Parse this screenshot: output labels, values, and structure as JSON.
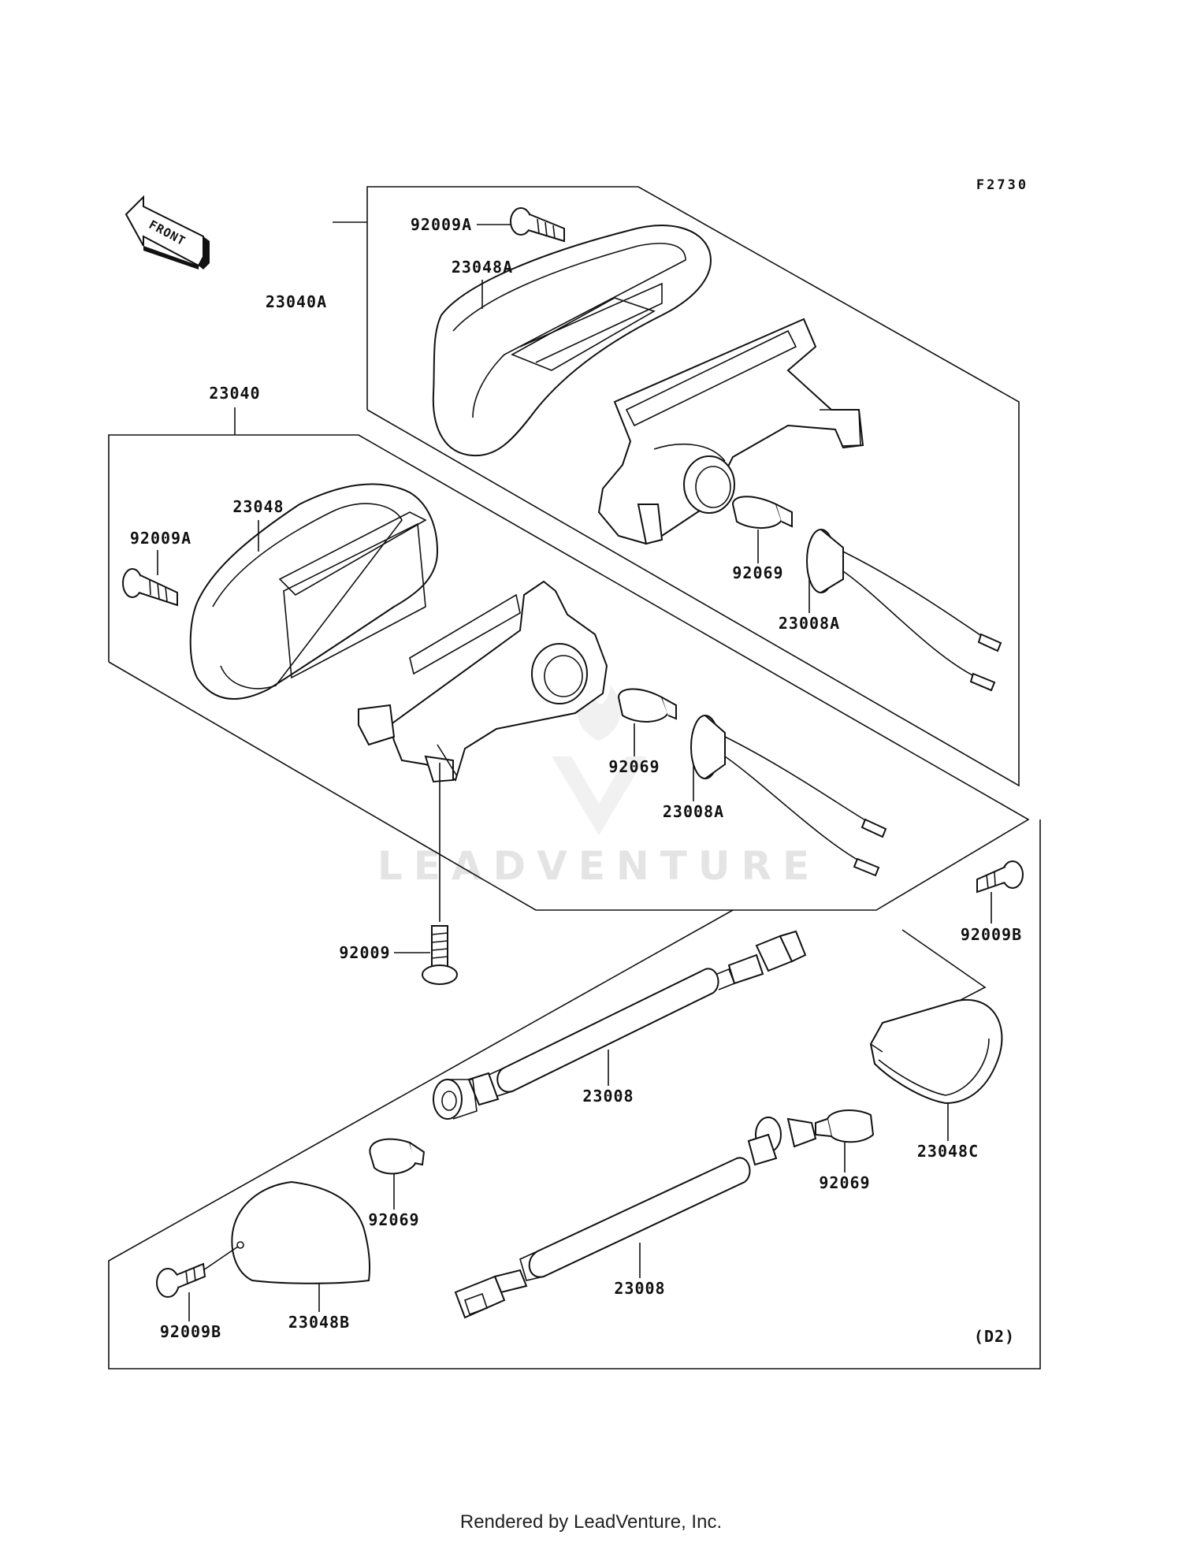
{
  "diagram_code": "F2730",
  "section_code": "(D2)",
  "front_label": "FRONT",
  "watermark": "LEADVENTURE",
  "footer": "Rendered by LeadVenture, Inc.",
  "labels": {
    "p92009A_top": "92009A",
    "p23048A": "23048A",
    "p23040A": "23040A",
    "p92069_top": "92069",
    "p23008A_top": "23008A",
    "p23040": "23040",
    "p23048": "23048",
    "p92009A_left": "92009A",
    "p92069_mid": "92069",
    "p23008A_mid": "23008A",
    "p92009": "92009",
    "p92009B_right": "92009B",
    "p23008_upper": "23008",
    "p23048C": "23048C",
    "p92069_right": "92069",
    "p92069_left": "92069",
    "p23008_lower": "23008",
    "p92009B_left": "92009B",
    "p23048B": "23048B"
  }
}
